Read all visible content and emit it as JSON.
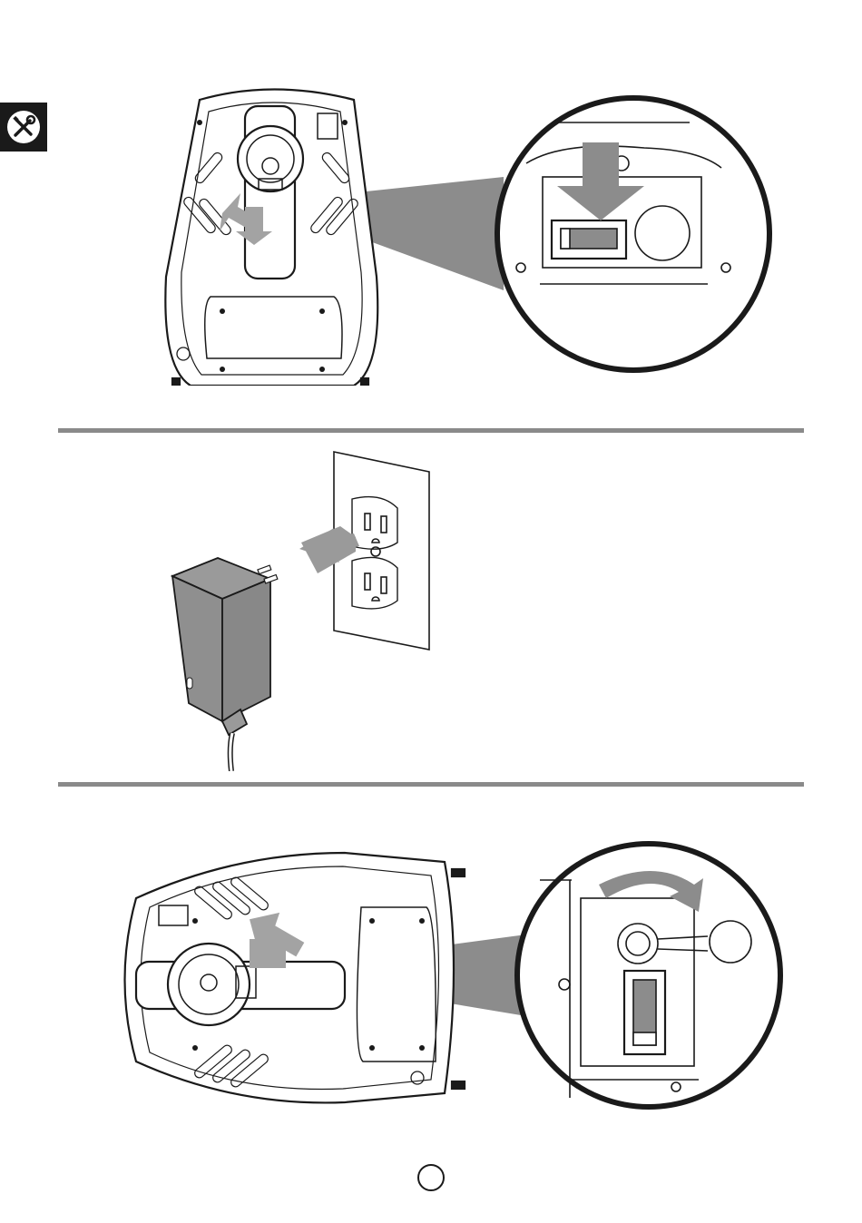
{
  "header": {
    "section_icon": "wrench-screwdriver-icon"
  },
  "steps": [
    {
      "name": "step-1-switch-on",
      "icons": [
        "mower-underside",
        "magnifier-circle",
        "push-arrow-icon"
      ]
    },
    {
      "name": "step-2-plug-in-adapter",
      "icons": [
        "power-adapter",
        "wall-outlet",
        "insert-arrow-icon"
      ]
    },
    {
      "name": "step-3-open-charge-port",
      "icons": [
        "mower-underside",
        "magnifier-circle",
        "curved-arrow-icon",
        "push-arrow-icon"
      ]
    }
  ],
  "footer": {
    "page_number": ""
  },
  "colors": {
    "ink": "#1a1a1a",
    "arrow_gray": "#8c8c8c",
    "adapter_gray": "#8f8f8f",
    "divider": "#8a8a8a"
  }
}
